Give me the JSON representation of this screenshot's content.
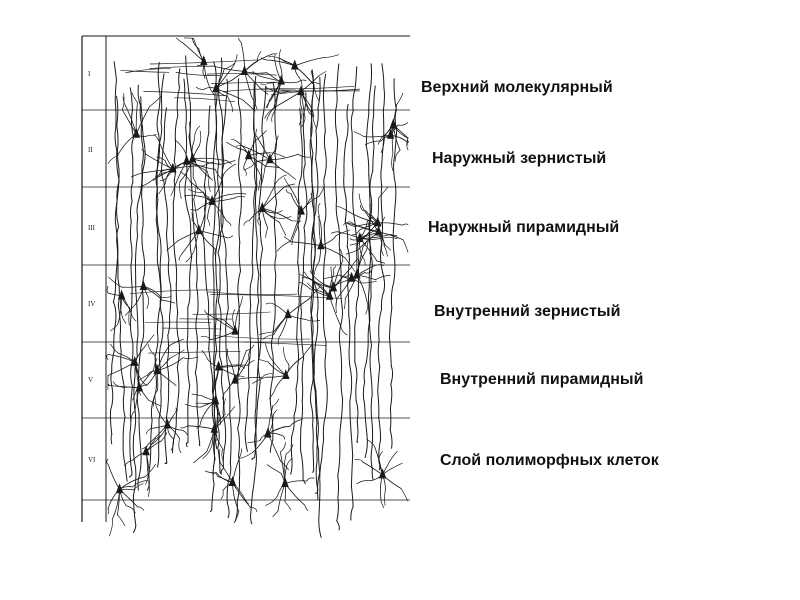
{
  "diagram": {
    "roman_numerals": [
      "I",
      "II",
      "III",
      "IV",
      "V",
      "VI"
    ],
    "labels": [
      "Верхний молекулярный",
      "Наружный зернистый",
      "Наружный пирамидный",
      "Внутренний зернистый",
      "Внутренний пирамидный",
      "Слой полиморфных клеток"
    ]
  },
  "colors": {
    "ink": "#1a1a1a",
    "background": "#ffffff"
  }
}
